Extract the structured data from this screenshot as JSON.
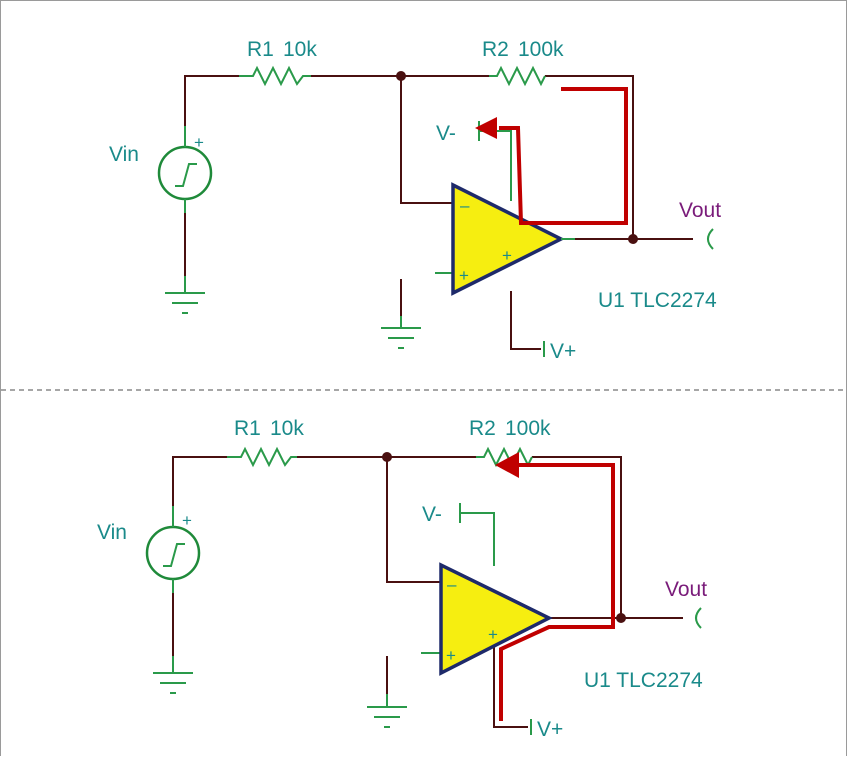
{
  "circuits": [
    {
      "r1": {
        "ref": "R1",
        "value": "10k"
      },
      "r2": {
        "ref": "R2",
        "value": "100k"
      },
      "source": "Vin",
      "source_plus": "+",
      "output": "Vout",
      "neg_supply": "V-",
      "pos_supply": "V+",
      "opamp": "U1 TLC2274",
      "inv_pin": "–",
      "noninv_pin": "+",
      "out_pin": "+"
    },
    {
      "r1": {
        "ref": "R1",
        "value": "10k"
      },
      "r2": {
        "ref": "R2",
        "value": "100k"
      },
      "source": "Vin",
      "source_plus": "+",
      "output": "Vout",
      "neg_supply": "V-",
      "pos_supply": "V+",
      "opamp": "U1 TLC2274",
      "inv_pin": "–",
      "noninv_pin": "+",
      "out_pin": "+"
    }
  ],
  "colors": {
    "wire": "#4a1010",
    "label": "#1a8a8a",
    "net_label": "#7a1c7a",
    "current_flow": "#c00000",
    "opamp_fill": "#f6ee10",
    "component": "#1f8a3a"
  }
}
